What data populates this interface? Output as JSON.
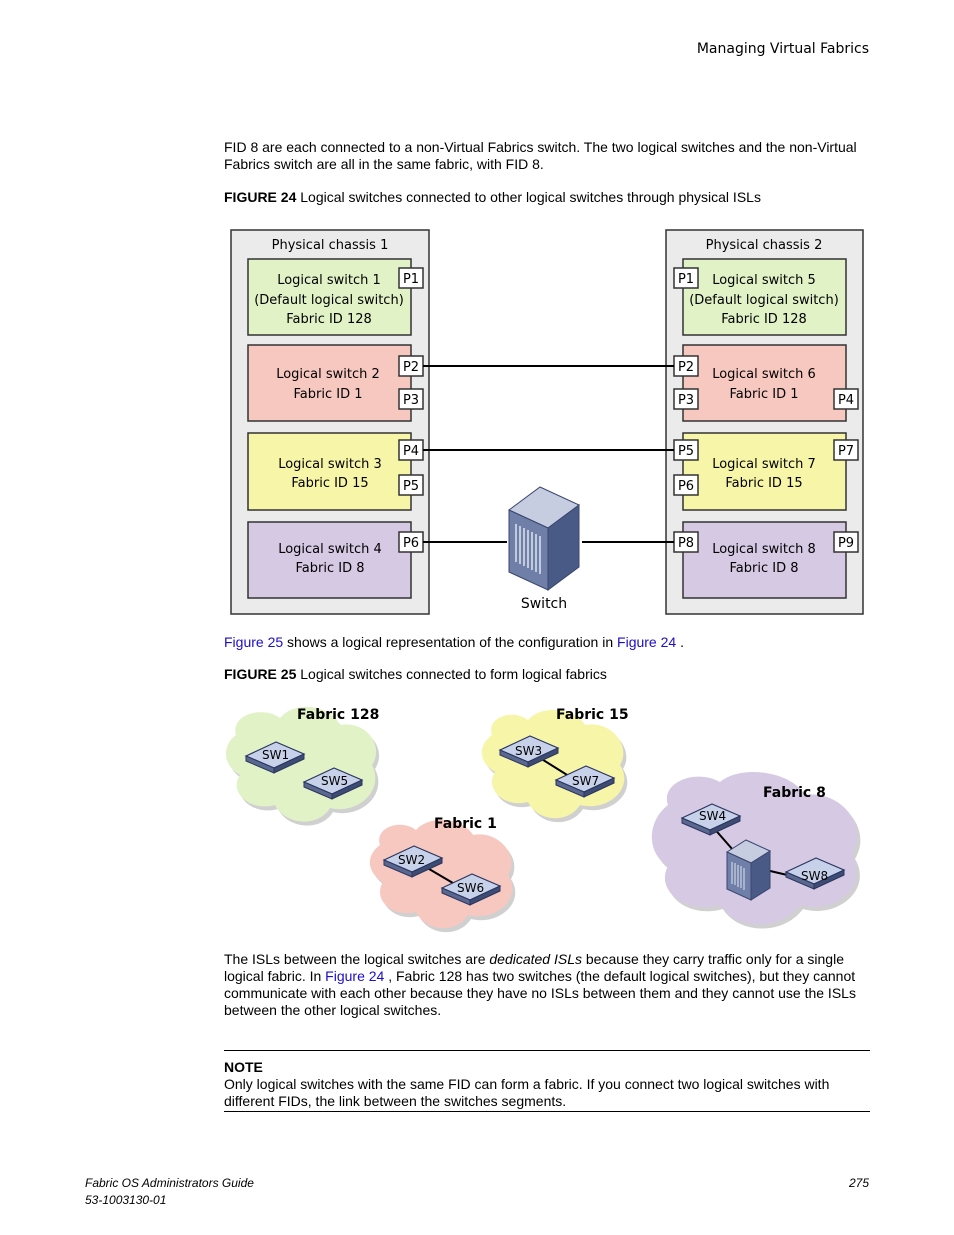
{
  "header": {
    "section_title": "Managing Virtual Fabrics"
  },
  "intro_paragraph": "FID 8 are each connected to a non-Virtual Fabrics switch. The two logical switches and the non-Virtual Fabrics switch are all in the same fabric, with FID 8.",
  "figure24": {
    "caption_label": "FIGURE 24",
    "caption_text": "Logical switches connected to other logical switches through physical ISLs",
    "chassis1": {
      "title": "Physical chassis 1",
      "switches": [
        {
          "line1": "Logical switch 1",
          "line2": "(Default logical switch)",
          "line3": "Fabric ID 128",
          "color": "#e1f2c6"
        },
        {
          "line1": "Logical switch 2",
          "line2": "Fabric ID 1",
          "color": "#f7c8c0"
        },
        {
          "line1": "Logical switch 3",
          "line2": "Fabric ID 15",
          "color": "#f7f5a8"
        },
        {
          "line1": "Logical switch 4",
          "line2": "Fabric ID 8",
          "color": "#d6c9e3"
        }
      ],
      "ports": [
        "P1",
        "P2",
        "P3",
        "P4",
        "P5",
        "P6"
      ]
    },
    "chassis2": {
      "title": "Physical chassis 2",
      "switches": [
        {
          "line1": "Logical switch 5",
          "line2": "(Default logical switch)",
          "line3": "Fabric ID 128",
          "color": "#e1f2c6"
        },
        {
          "line1": "Logical switch 6",
          "line2": "Fabric ID 1",
          "color": "#f7c8c0"
        },
        {
          "line1": "Logical switch 7",
          "line2": "Fabric ID 15",
          "color": "#f7f5a8"
        },
        {
          "line1": "Logical switch 8",
          "line2": "Fabric ID 8",
          "color": "#d6c9e3"
        }
      ],
      "ports": [
        "P1",
        "P2",
        "P3",
        "P4",
        "P5",
        "P6",
        "P7",
        "P8",
        "P9"
      ]
    },
    "external_switch_label": "Switch"
  },
  "ref_sentence": {
    "link1": "Figure 25",
    "middle": " shows a logical representation of the configuration in ",
    "link2": "Figure 24",
    "end": " ."
  },
  "figure25": {
    "caption_label": "FIGURE 25",
    "caption_text": "Logical switches connected to form logical fabrics",
    "fabrics": [
      {
        "name": "Fabric 128",
        "switches": [
          "SW1",
          "SW5"
        ],
        "color": "#e1f2c6"
      },
      {
        "name": "Fabric 15",
        "switches": [
          "SW3",
          "SW7"
        ],
        "color": "#f7f5a8"
      },
      {
        "name": "Fabric 1",
        "switches": [
          "SW2",
          "SW6"
        ],
        "color": "#f7c8c0"
      },
      {
        "name": "Fabric 8",
        "switches": [
          "SW4",
          "SW8"
        ],
        "color": "#d6c9e3"
      }
    ]
  },
  "isl_paragraph": {
    "t1": "The ISLs between the logical switches are ",
    "em": "dedicated ISLs",
    "t2": " because they carry traffic only for a single logical fabric. In ",
    "link": "Figure 24",
    "t3": " , Fabric 128 has two switches (the default logical switches), but they cannot communicate with each other because they have no ISLs between them and they cannot use the ISLs between the other logical switches."
  },
  "note": {
    "title": "NOTE",
    "text": "Only logical switches with the same FID can form a fabric. If you connect two logical switches with different FIDs, the link between the switches segments."
  },
  "footer": {
    "guide_title": "Fabric OS Administrators Guide",
    "doc_number": "53-1003130-01",
    "page_number": "275"
  },
  "colors": {
    "link": "#1a0dcc",
    "chassis_bg": "#ebebeb",
    "switch_body": "#6f7fa8"
  }
}
